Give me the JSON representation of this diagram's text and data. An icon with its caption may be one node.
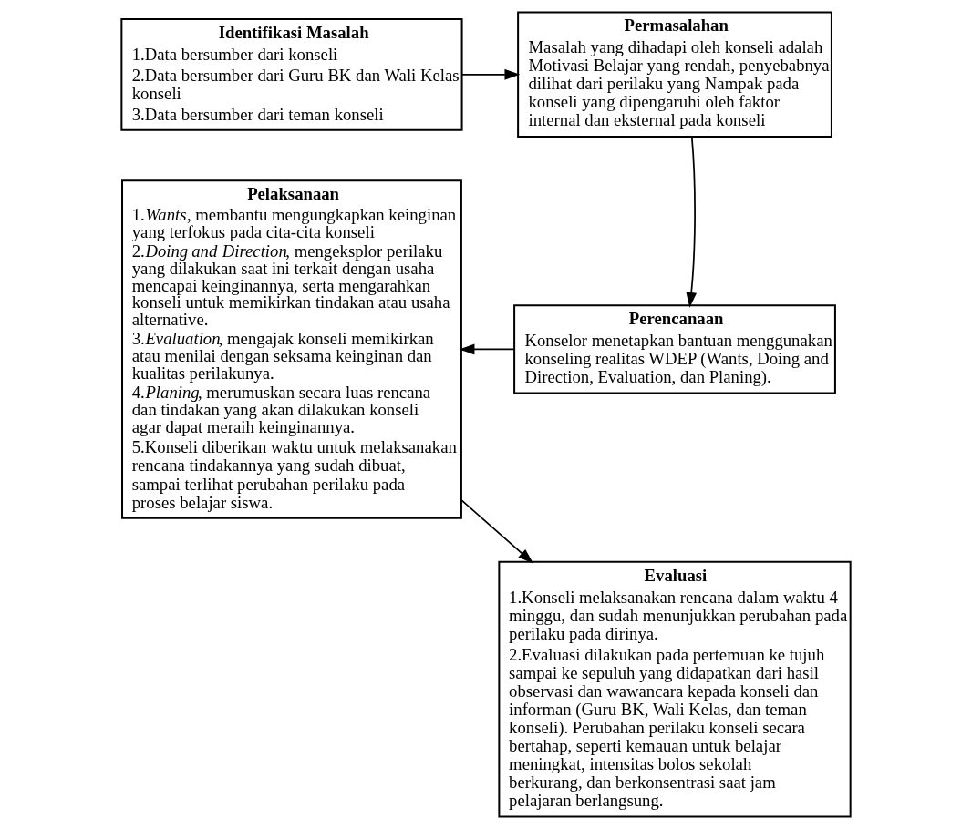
{
  "diagram": {
    "nodes": [
      {
        "text": [
          "Identifikasi Masalah",
          "1.Data bersumber dari konseli",
          "2.Data bersumber dari Guru BK dan Wali Kelas konseli",
          "3.Data bersumber dari teman konseli"
        ]
      },
      {
        "text": [
          "Permasalahan",
          "Masalah yang dihadapi oleh konseli adalah Motivasi Belajar yang rendah, penyebabnya dilihat dari perilaku yang Nampak pada konseli yang dipengaruhi oleh faktor internal dan eksternal pada konseli"
        ]
      },
      {
        "text": [
          "Perencanaan",
          "Konselor menetapkan bantuan menggunakan konseling realitas WDEP (Wants, Doing and Direction, Evaluation, dan Planing)."
        ]
      },
      {
        "text": [
          "Pelaksanaan",
          "1.*Wants*, membantu mengungkapkan keinginan yang terfokus pada cita-cita konseli",
          "2.*Doing and Direction*, mengeksplor perilaku yang dilakukan saat ini terkait dengan usaha mencapai keinginannya, serta mengarahkan konseli untuk memikirkan tindakan atau usaha alternative.",
          "3.*Evaluation*, mengajak konseli memikirkan atau menilai dengan seksama keinginan dan kualitas perilakunya.",
          "4.*Planing*, merumuskan secara luas rencana dan tindakan yang akan dilakukan konseli agar dapat meraih keinginannya.",
          "5.Konseli diberikan waktu untuk melaksanakan rencana tindakannya yang sudah dibuat, sampai terlihat perubahan perilaku pada proses belajar siswa."
        ]
      },
      {
        "text": [
          "Evaluasi",
          "1.Konseli melaksanakan rencana dalam waktu 4 minggu, dan sudah menunjukkan perubahan pada perilaku pada dirinya.",
          "2.Evaluasi dilakukan pada pertemuan ke tujuh sampai ke sepuluh yang didapatkan dari hasil observasi dan wawancara kepada konseli dan informan (Guru BK, Wali Kelas, dan teman konseli). Perubahan perilaku konseli secara bertahap, seperti kemauan untuk belajar meningkat, intensitas bolos sekolah berkurang, dan berkonsentrasi saat jam pelajaran berlangsung."
        ]
      }
    ],
    "edges": [
      {
        "from": 0,
        "to": 1,
        "arrow": "to"
      },
      {
        "from": 1,
        "to": 2,
        "arrow": "to"
      },
      {
        "from": 2,
        "to": 3,
        "arrow": "to"
      },
      {
        "from": 3,
        "to": 4,
        "arrow": "to"
      }
    ]
  }
}
